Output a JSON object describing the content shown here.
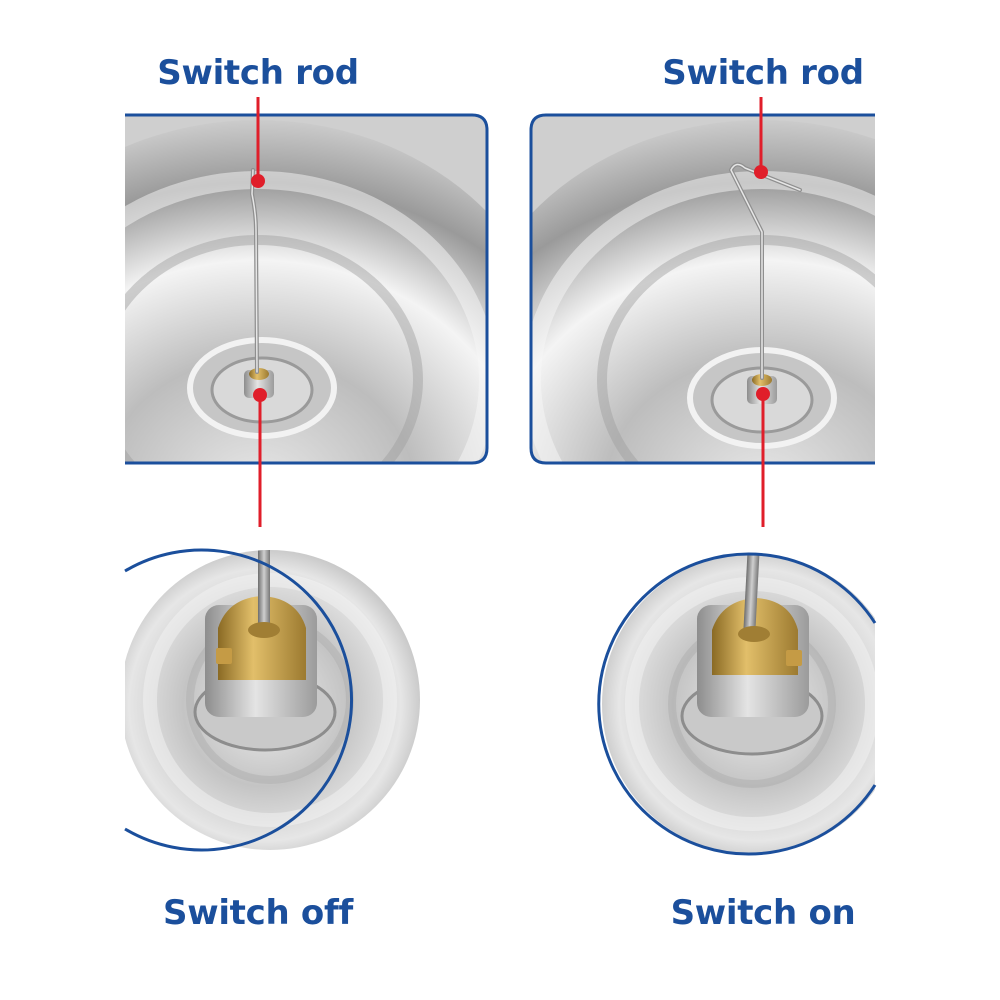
{
  "colors": {
    "frame": "#1b4f9c",
    "label": "#1b4f9c",
    "pointer": "#e01e2a",
    "steel_light": "#f2f2f2",
    "steel_dark": "#8c8c8c",
    "brass": "#c9a04a"
  },
  "left_panel": {
    "rod_label": "Switch rod",
    "state_label": "Switch off"
  },
  "right_panel": {
    "rod_label": "Switch rod",
    "state_label": "Switch on"
  }
}
